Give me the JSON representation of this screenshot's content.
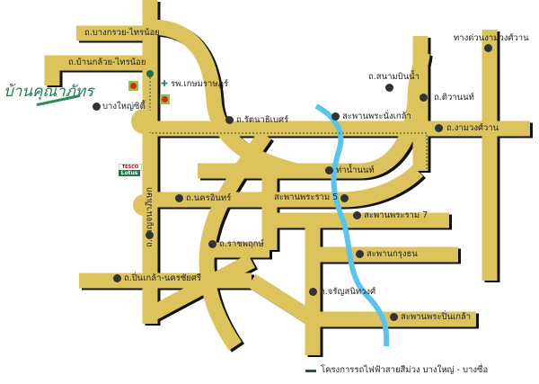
{
  "logo": {
    "text": "บ้านคุณาภัทร"
  },
  "roads": {
    "bangkruai_sainoi": "ถ.บางกรวย-ไทรน้อย",
    "bankluai_sainoi": "ถ.บ้านกล้วย-ไทรน้อย",
    "rattanathibet": "ถ.รัตนาธิเบศร์",
    "sanambinnam": "ถ.สนามบินน้ำ",
    "tiwanon": "ถ.ติวานนท์",
    "ngamwongwan": "ถ.งามวงศ์วาน",
    "expressway": "ทางด่วนงามวงศ์วาน",
    "nakhon_in": "ถ.นครอินทร์",
    "kanchanaphisek": "ถ.กาญจนาภิเษก",
    "ratchaphruek": "ถ.ราชพฤกษ์",
    "pinklao_nakhonchaisi": "ถ.ปิ่นเกล้า-นครชัยศรี",
    "charansanitwong": "ถ.จรัญสนิทวงศ์"
  },
  "places": {
    "hospital": "รพ.เกษมราษฎร์",
    "bangyai_city": "บางใหญ่ซิตี้",
    "tha_nam_non": "ท่าน้ำนนท์",
    "tesco": "TESCO",
    "lotus": "Lotus"
  },
  "bridges": {
    "phra_nang_klao": "สะพานพระนั่งเกล้า",
    "rama5": "สะพานพระราม 5",
    "rama7": "สะพานพระราม 7",
    "krung_thon": "สะพานกรุงธน",
    "phra_pinklao": "สะพานพระปิ่นเกล้า"
  },
  "legend": {
    "purple_line": "โครงการรถไฟฟ้าสายสีม่วง บางใหญ่ - บางซื่อ"
  },
  "colors": {
    "road": "#dcc35c",
    "shadow": "#111111",
    "river": "#5bc4ec",
    "rail": "#1e5a40"
  }
}
